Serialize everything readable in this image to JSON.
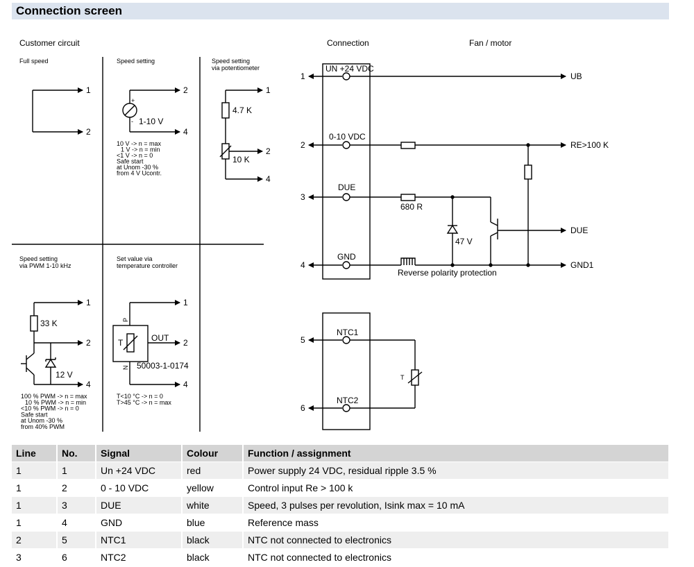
{
  "title": "Connection screen",
  "customer_circuit": {
    "heading": "Customer circuit",
    "full_speed": {
      "label": "Full speed",
      "t1": "1",
      "t2": "2"
    },
    "speed_setting": {
      "label": "Speed setting",
      "src": "1-10 V",
      "plus": "+",
      "minus": "-",
      "t2": "2",
      "t4": "4",
      "notes": [
        "10 V -> n = max",
        "1 V -> n = min",
        "<1 V -> n = 0",
        "Safe start",
        "at Unom -30 %",
        "from 4 V Ucontr."
      ]
    },
    "potentiometer": {
      "label": [
        "Speed setting",
        "via potentiometer"
      ],
      "r1": "4.7 K",
      "r2": "10 K",
      "t1": "1",
      "t2": "2",
      "t4": "4"
    },
    "pwm": {
      "label": [
        "Speed setting",
        "via PWM 1-10 kHz"
      ],
      "r": "33 K",
      "z": "12 V",
      "t1": "1",
      "t2": "2",
      "t4": "4",
      "notes": [
        "100 % PWM -> n = max",
        "10 % PWM -> n = min",
        "<10 % PWM -> n = 0",
        "Safe start",
        "at Unom -30 %",
        "from 40% PWM"
      ]
    },
    "temp": {
      "label": [
        "Set value via",
        "temperature controller"
      ],
      "p": "P",
      "n": "N",
      "t": "T",
      "out": "OUT",
      "part": "50003-1-0174",
      "t1": "1",
      "t2": "2",
      "t4": "4",
      "notes": [
        "T<10 °C -> n = 0",
        "T>45 °C -> n = max"
      ]
    }
  },
  "connection": {
    "heading": "Connection",
    "fan_heading": "Fan / motor",
    "pins": [
      {
        "no": "1",
        "label": "UN +24 VDC",
        "out": "UB"
      },
      {
        "no": "2",
        "label": "0-10 VDC",
        "out": "RE>100 K"
      },
      {
        "no": "3",
        "label": "DUE",
        "out": "DUE"
      },
      {
        "no": "4",
        "label": "GND",
        "out": "GND1"
      }
    ],
    "r680": "680 R",
    "zener": "47 V",
    "rpp": "Reverse polarity protection",
    "ntc": [
      {
        "no": "5",
        "label": "NTC1"
      },
      {
        "no": "6",
        "label": "NTC2"
      }
    ],
    "thermistor": "T"
  },
  "table": {
    "headers": [
      "Line",
      "No.",
      "Signal",
      "Colour",
      "Function / assignment"
    ],
    "rows": [
      [
        "1",
        "1",
        "Un +24 VDC",
        "red",
        "Power supply 24 VDC, residual ripple 3.5 %"
      ],
      [
        "1",
        "2",
        "0 - 10 VDC",
        "yellow",
        "Control input Re > 100 k"
      ],
      [
        "1",
        "3",
        "DUE",
        "white",
        "Speed, 3 pulses per revolution, Isink max = 10 mA"
      ],
      [
        "1",
        "4",
        "GND",
        "blue",
        "Reference mass"
      ],
      [
        "2",
        "5",
        "NTC1",
        "black",
        "NTC not connected to electronics"
      ],
      [
        "3",
        "6",
        "NTC2",
        "black",
        "NTC not connected to electronics"
      ]
    ]
  }
}
